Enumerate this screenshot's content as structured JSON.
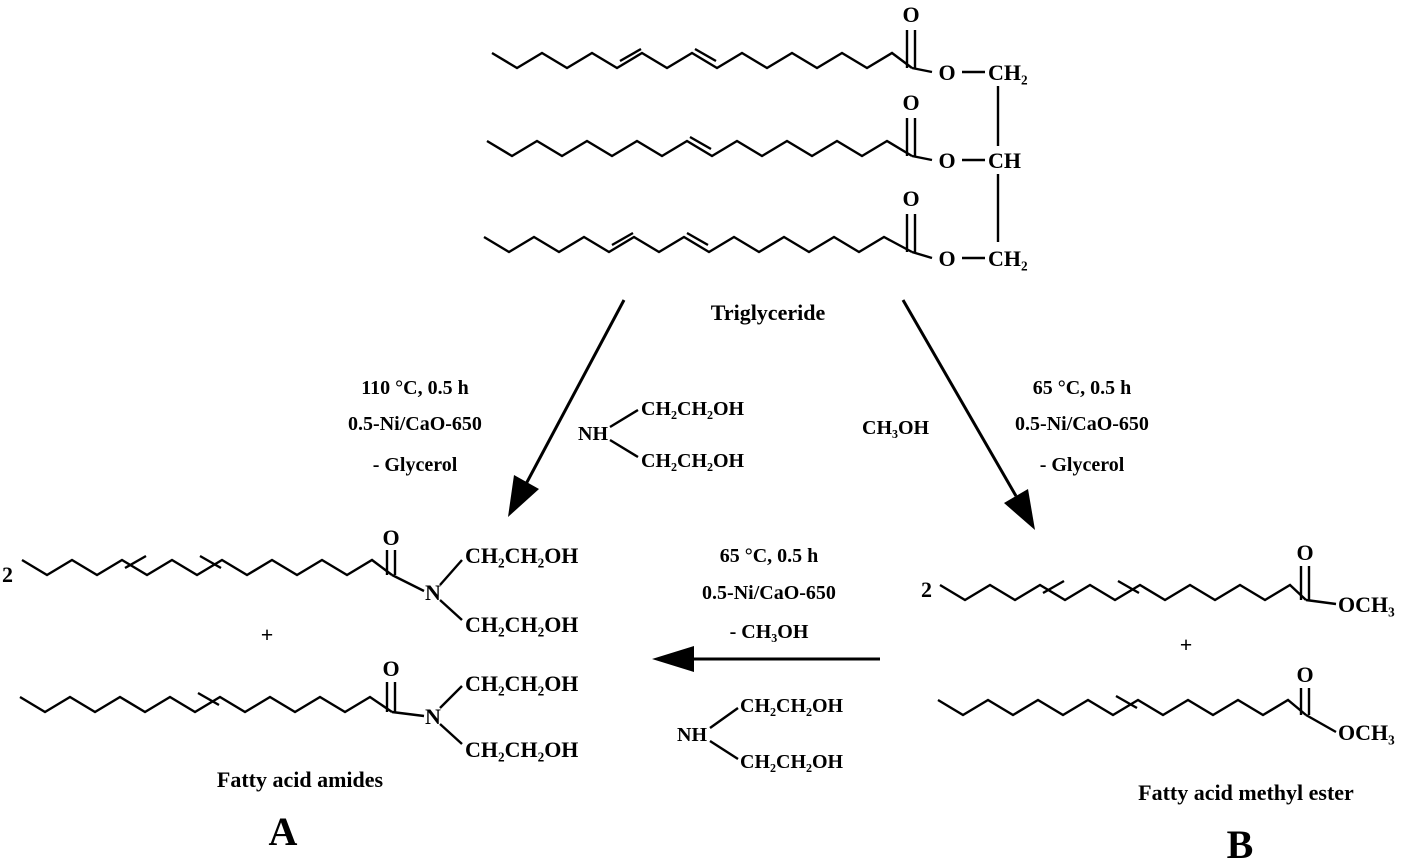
{
  "triglyceride": {
    "rows": [
      {
        "o_carbonyl": "O",
        "ester_o": "O",
        "carbon": "CH₂"
      },
      {
        "o_carbonyl": "O",
        "ester_o": "O",
        "carbon": "CH"
      },
      {
        "o_carbonyl": "O",
        "ester_o": "O",
        "carbon": "CH₂"
      }
    ],
    "name": "Triglyceride"
  },
  "route_a": {
    "conditions": [
      "110 °C, 0.5 h",
      "0.5-Ni/CaO-650",
      "- Glycerol"
    ],
    "reagent": {
      "nh": "NH",
      "arm1": "CH₂CH₂OH",
      "arm2": "CH₂CH₂OH"
    }
  },
  "route_b": {
    "reagent": "CH₃OH",
    "conditions": [
      "65 °C, 0.5 h",
      "0.5-Ni/CaO-650",
      "- Glycerol"
    ]
  },
  "route_c": {
    "conditions": [
      "65 °C, 0.5 h",
      "0.5-Ni/CaO-650",
      "- CH₃OH"
    ],
    "reagent": {
      "nh": "NH",
      "arm1": "CH₂CH₂OH",
      "arm2": "CH₂CH₂OH"
    }
  },
  "product_a": {
    "coefficient": "2",
    "plus": "+",
    "amide1": {
      "o": "O",
      "n": "N",
      "arm1": "CH₂CH₂OH",
      "arm2": "CH₂CH₂OH"
    },
    "amide2": {
      "o": "O",
      "n": "N",
      "arm1": "CH₂CH₂OH",
      "arm2": "CH₂CH₂OH"
    },
    "name": "Fatty acid amides",
    "letter": "A"
  },
  "product_b": {
    "coefficient": "2",
    "plus": "+",
    "ester1": {
      "o": "O",
      "ome": "OCH₃"
    },
    "ester2": {
      "o": "O",
      "ome": "OCH₃"
    },
    "name": "Fatty acid methyl ester",
    "letter": "B"
  }
}
